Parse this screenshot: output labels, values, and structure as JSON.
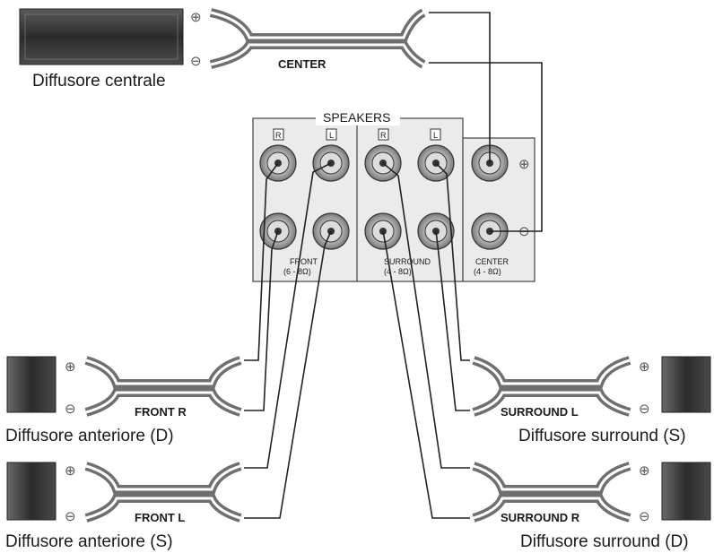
{
  "speakers": {
    "center": "Diffusore centrale",
    "front_r": "Diffusore anteriore (D)",
    "front_l": "Diffusore anteriore (S)",
    "surround_l": "Diffusore surround (S)",
    "surround_r": "Diffusore surround (D)"
  },
  "cables": {
    "center": "CENTER",
    "front_r": "FRONT R",
    "front_l": "FRONT L",
    "surround_l": "SURROUND L",
    "surround_r": "SURROUND R"
  },
  "panel": {
    "title": "SPEAKERS",
    "front_ch": {
      "r": "R",
      "l": "L"
    },
    "surround_ch": {
      "r": "R",
      "l": "L"
    },
    "front_label": "FRONT",
    "front_ohms": "(6 - 8Ω)",
    "surround_label": "SURROUND",
    "surround_ohms": "(4 - 8Ω)",
    "center_label": "CENTER",
    "center_ohms": "(4 - 8Ω)"
  },
  "signs": {
    "plus": "⊕",
    "minus": "⊖"
  },
  "colors": {
    "speaker_dark": "#2b2b2b",
    "speaker_mid": "#6a6a6a",
    "cable_outer": "#6f6f6f",
    "cable_inner": "#ffffff",
    "wire": "#222222",
    "panel_bg": "#ebebeb"
  }
}
